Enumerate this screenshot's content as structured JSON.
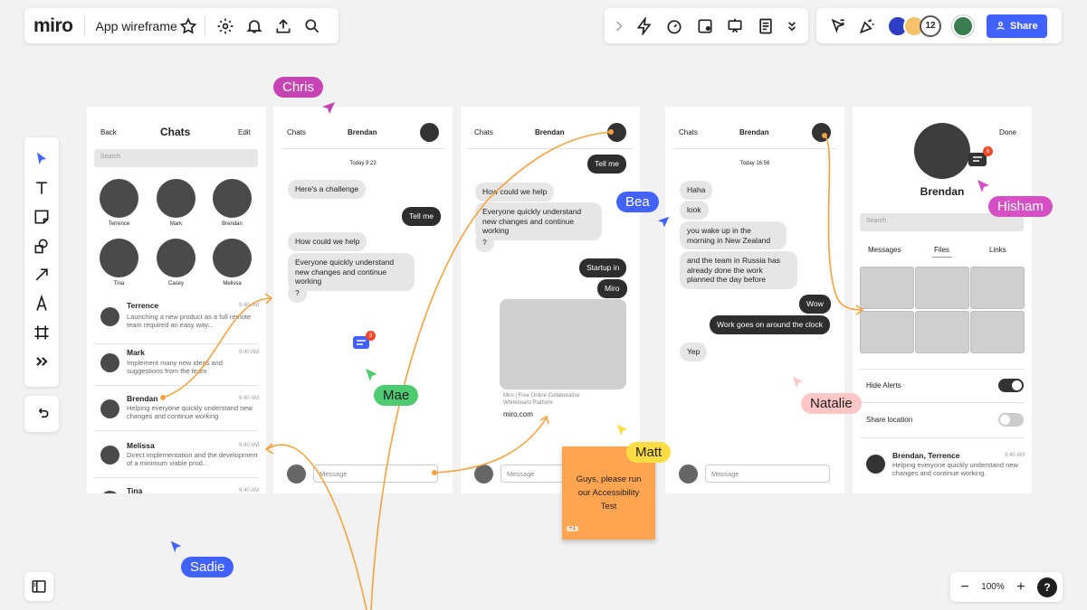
{
  "topbar": {
    "logo": "miro",
    "board_title": "App wireframe"
  },
  "right_toolbar": {
    "collaborator_count": "12",
    "share_label": "Share"
  },
  "zoom": {
    "level": "100%",
    "minus": "−",
    "plus": "+",
    "help": "?"
  },
  "left_tools": [
    "select",
    "text",
    "sticky-note",
    "shapes",
    "connection-line",
    "pen",
    "frame",
    "more",
    "undo"
  ],
  "screen1": {
    "back": "Back",
    "title": "Chats",
    "edit": "Edit",
    "search": "Search",
    "contacts": [
      "Terrence",
      "Mark",
      "Brendan",
      "Tina",
      "Casey",
      "Melissa"
    ],
    "chats": [
      {
        "name": "Terrence",
        "time": "9:40 AM",
        "msg": "Launching a new product as a full remote team required an easy way..."
      },
      {
        "name": "Mark",
        "time": "9:40 AM",
        "msg": "Implement many new ideas and suggestions from the team"
      },
      {
        "name": "Brendan",
        "time": "9:40 AM",
        "msg": "Helping everyone quickly understand new changes and continue working"
      },
      {
        "name": "Melissa",
        "time": "9:40 AM",
        "msg": "Direct implementation and the development of a minimum viable prod..."
      },
      {
        "name": "Tina",
        "time": "9:40 AM",
        "msg": ""
      }
    ]
  },
  "screen2": {
    "back": "Chats",
    "title": "Brendan",
    "date": "Today 9:23",
    "messages": [
      "Here's a challenge",
      "Tell me",
      "How could we help",
      "Everyone quickly understand new changes and continue working",
      "?"
    ],
    "comment_count": "3",
    "input_placeholder": "Message"
  },
  "screen3": {
    "back": "Chats",
    "title": "Brendan",
    "messages": [
      "Tell me",
      "How could we help",
      "Everyone quickly understand new changes and continue working",
      "?",
      "Startup in",
      "Miro"
    ],
    "link_desc": "Miro | Free Online Collaborative Whiteboard Platform",
    "link_url": "miro.com",
    "input_placeholder": "Message"
  },
  "screen4": {
    "back": "Chats",
    "title": "Brendan",
    "date": "Today 16:56",
    "messages": [
      "Haha",
      "look",
      "you wake up in the morning in New Zealand",
      "and the team in Russia has already done the work planned the day before",
      "Wow",
      "Work goes on around the clock",
      "Yep"
    ],
    "input_placeholder": "Message"
  },
  "screen5": {
    "done": "Done",
    "name": "Brendan",
    "badge": "6",
    "search": "Search",
    "tabs": [
      "Messages",
      "Files",
      "Links"
    ],
    "settings": [
      {
        "label": "Hide Alerts",
        "on": true
      },
      {
        "label": "Share location",
        "on": false
      }
    ],
    "chat": {
      "name": "Brendan, Terrence",
      "time": "9:40 AM",
      "msg": "Helping everyone quickly understand new changes and continue working."
    }
  },
  "sticky": {
    "text": "Guys, please run our Accessibility Test",
    "color": "#ffa552",
    "footer": "+1"
  },
  "cursors": [
    {
      "name": "Chris",
      "color": "#c643b4"
    },
    {
      "name": "Bea",
      "color": "#4262ff"
    },
    {
      "name": "Hisham",
      "color": "#d64fc4"
    },
    {
      "name": "Mae",
      "color": "#4ecb71"
    },
    {
      "name": "Natalie",
      "color": "#ffc6c6"
    },
    {
      "name": "Matt",
      "color": "#fedd44"
    },
    {
      "name": "Sadie",
      "color": "#4262ff"
    }
  ],
  "colors": {
    "accent": "#4262ff",
    "connector": "#f4a340",
    "badge": "#f24726"
  }
}
